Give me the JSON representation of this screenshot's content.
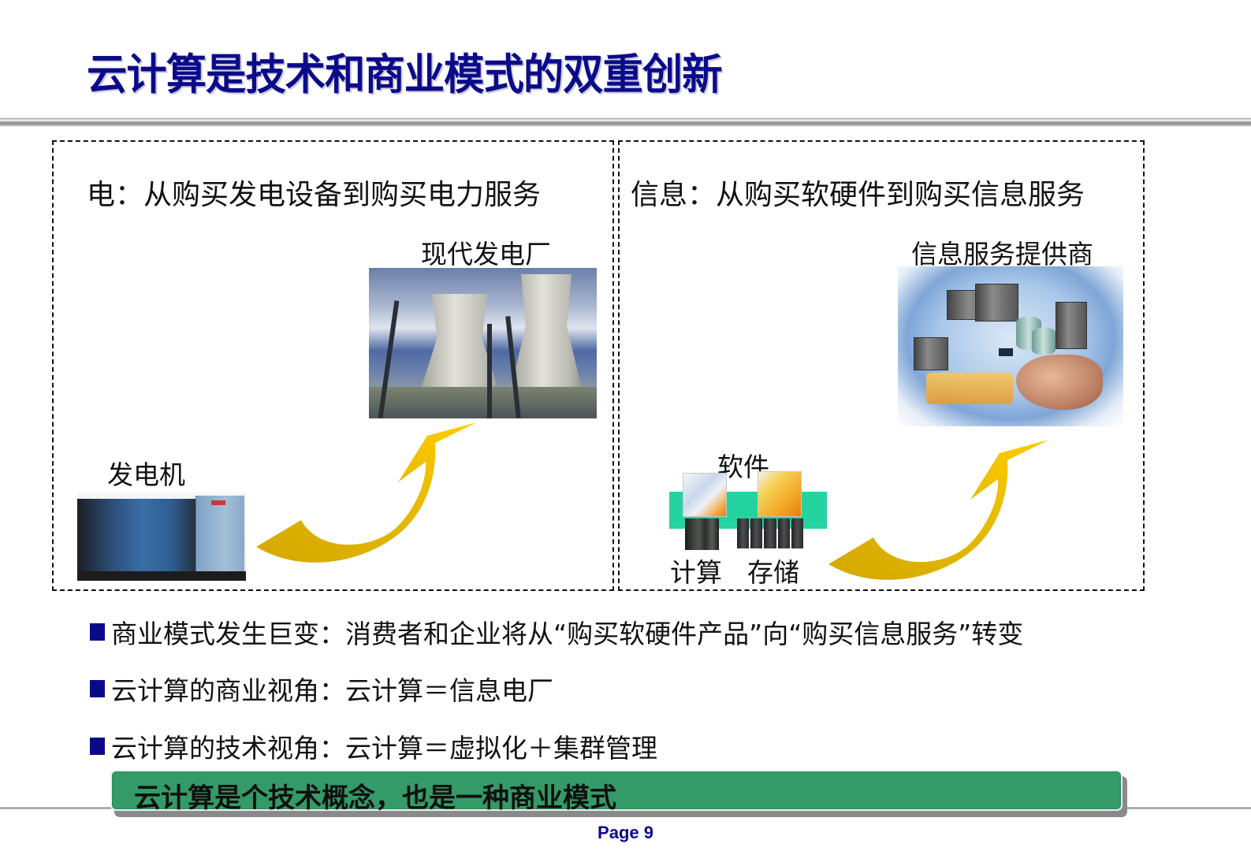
{
  "slide": {
    "title": "云计算是技术和商业模式的双重创新",
    "page_label": "Page 9"
  },
  "left_panel": {
    "heading": "电：从购买发电设备到购买电力服务",
    "target_label": "现代发电厂",
    "source_label": "发电机",
    "target_image": "power-plant-photo",
    "source_image": "generator-photo"
  },
  "right_panel": {
    "heading": "信息：从购买软硬件到购买信息服务",
    "target_label": "信息服务提供商",
    "software_label": "软件",
    "compute_label": "计算",
    "storage_label": "存储",
    "target_image": "information-service-provider-photo"
  },
  "bullets": [
    {
      "text": "商业模式发生巨变：消费者和企业将从“购买软硬件产品”向“购买信息服务”转变"
    },
    {
      "text": "云计算的商业视角：云计算＝信息电厂"
    },
    {
      "text": "云计算的技术视角：云计算＝虚拟化＋集群管理"
    }
  ],
  "callout": {
    "text": "云计算是个技术概念，也是一种商业模式"
  },
  "colors": {
    "title": "#0b0b8a",
    "bullet_square": "#0b0b8a",
    "callout_bg": "#349a67",
    "arrow_light": "#f7c600",
    "arrow_dark": "#d4a800",
    "stack_band": "#24d3a0"
  }
}
